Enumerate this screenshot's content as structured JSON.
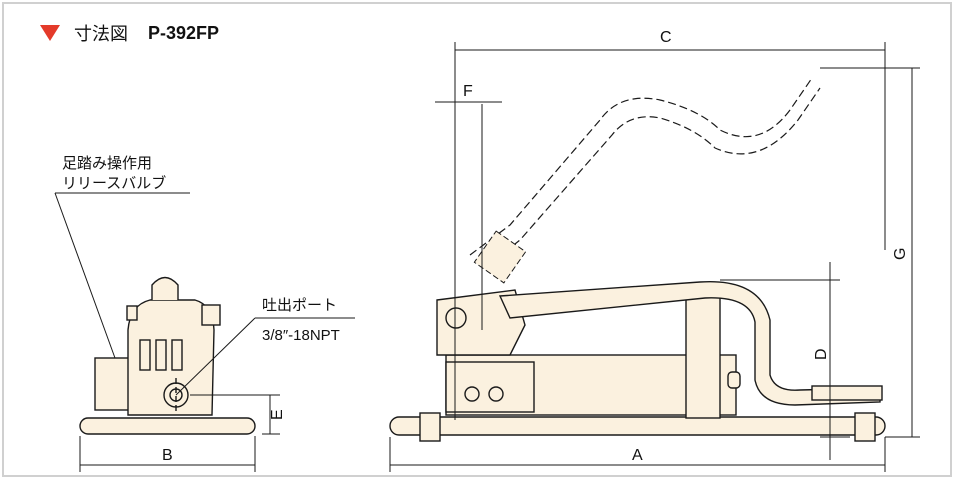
{
  "colors": {
    "accent": "#e43a2a",
    "body_fill": "#fbf1df",
    "line": "#1a1a1a",
    "frame": "#d0d0d0"
  },
  "header": {
    "title": "寸法図",
    "model": "P-392FP",
    "icon": "red-down-triangle-icon"
  },
  "callouts": {
    "release_valve_line1": "足踏み操作用",
    "release_valve_line2": "リリースバルブ",
    "outlet_port": "吐出ポート",
    "thread_size": "3/8″-18NPT"
  },
  "dimensions": {
    "a": "A",
    "b": "B",
    "c": "C",
    "d": "D",
    "e": "E",
    "f": "F",
    "g": "G"
  }
}
